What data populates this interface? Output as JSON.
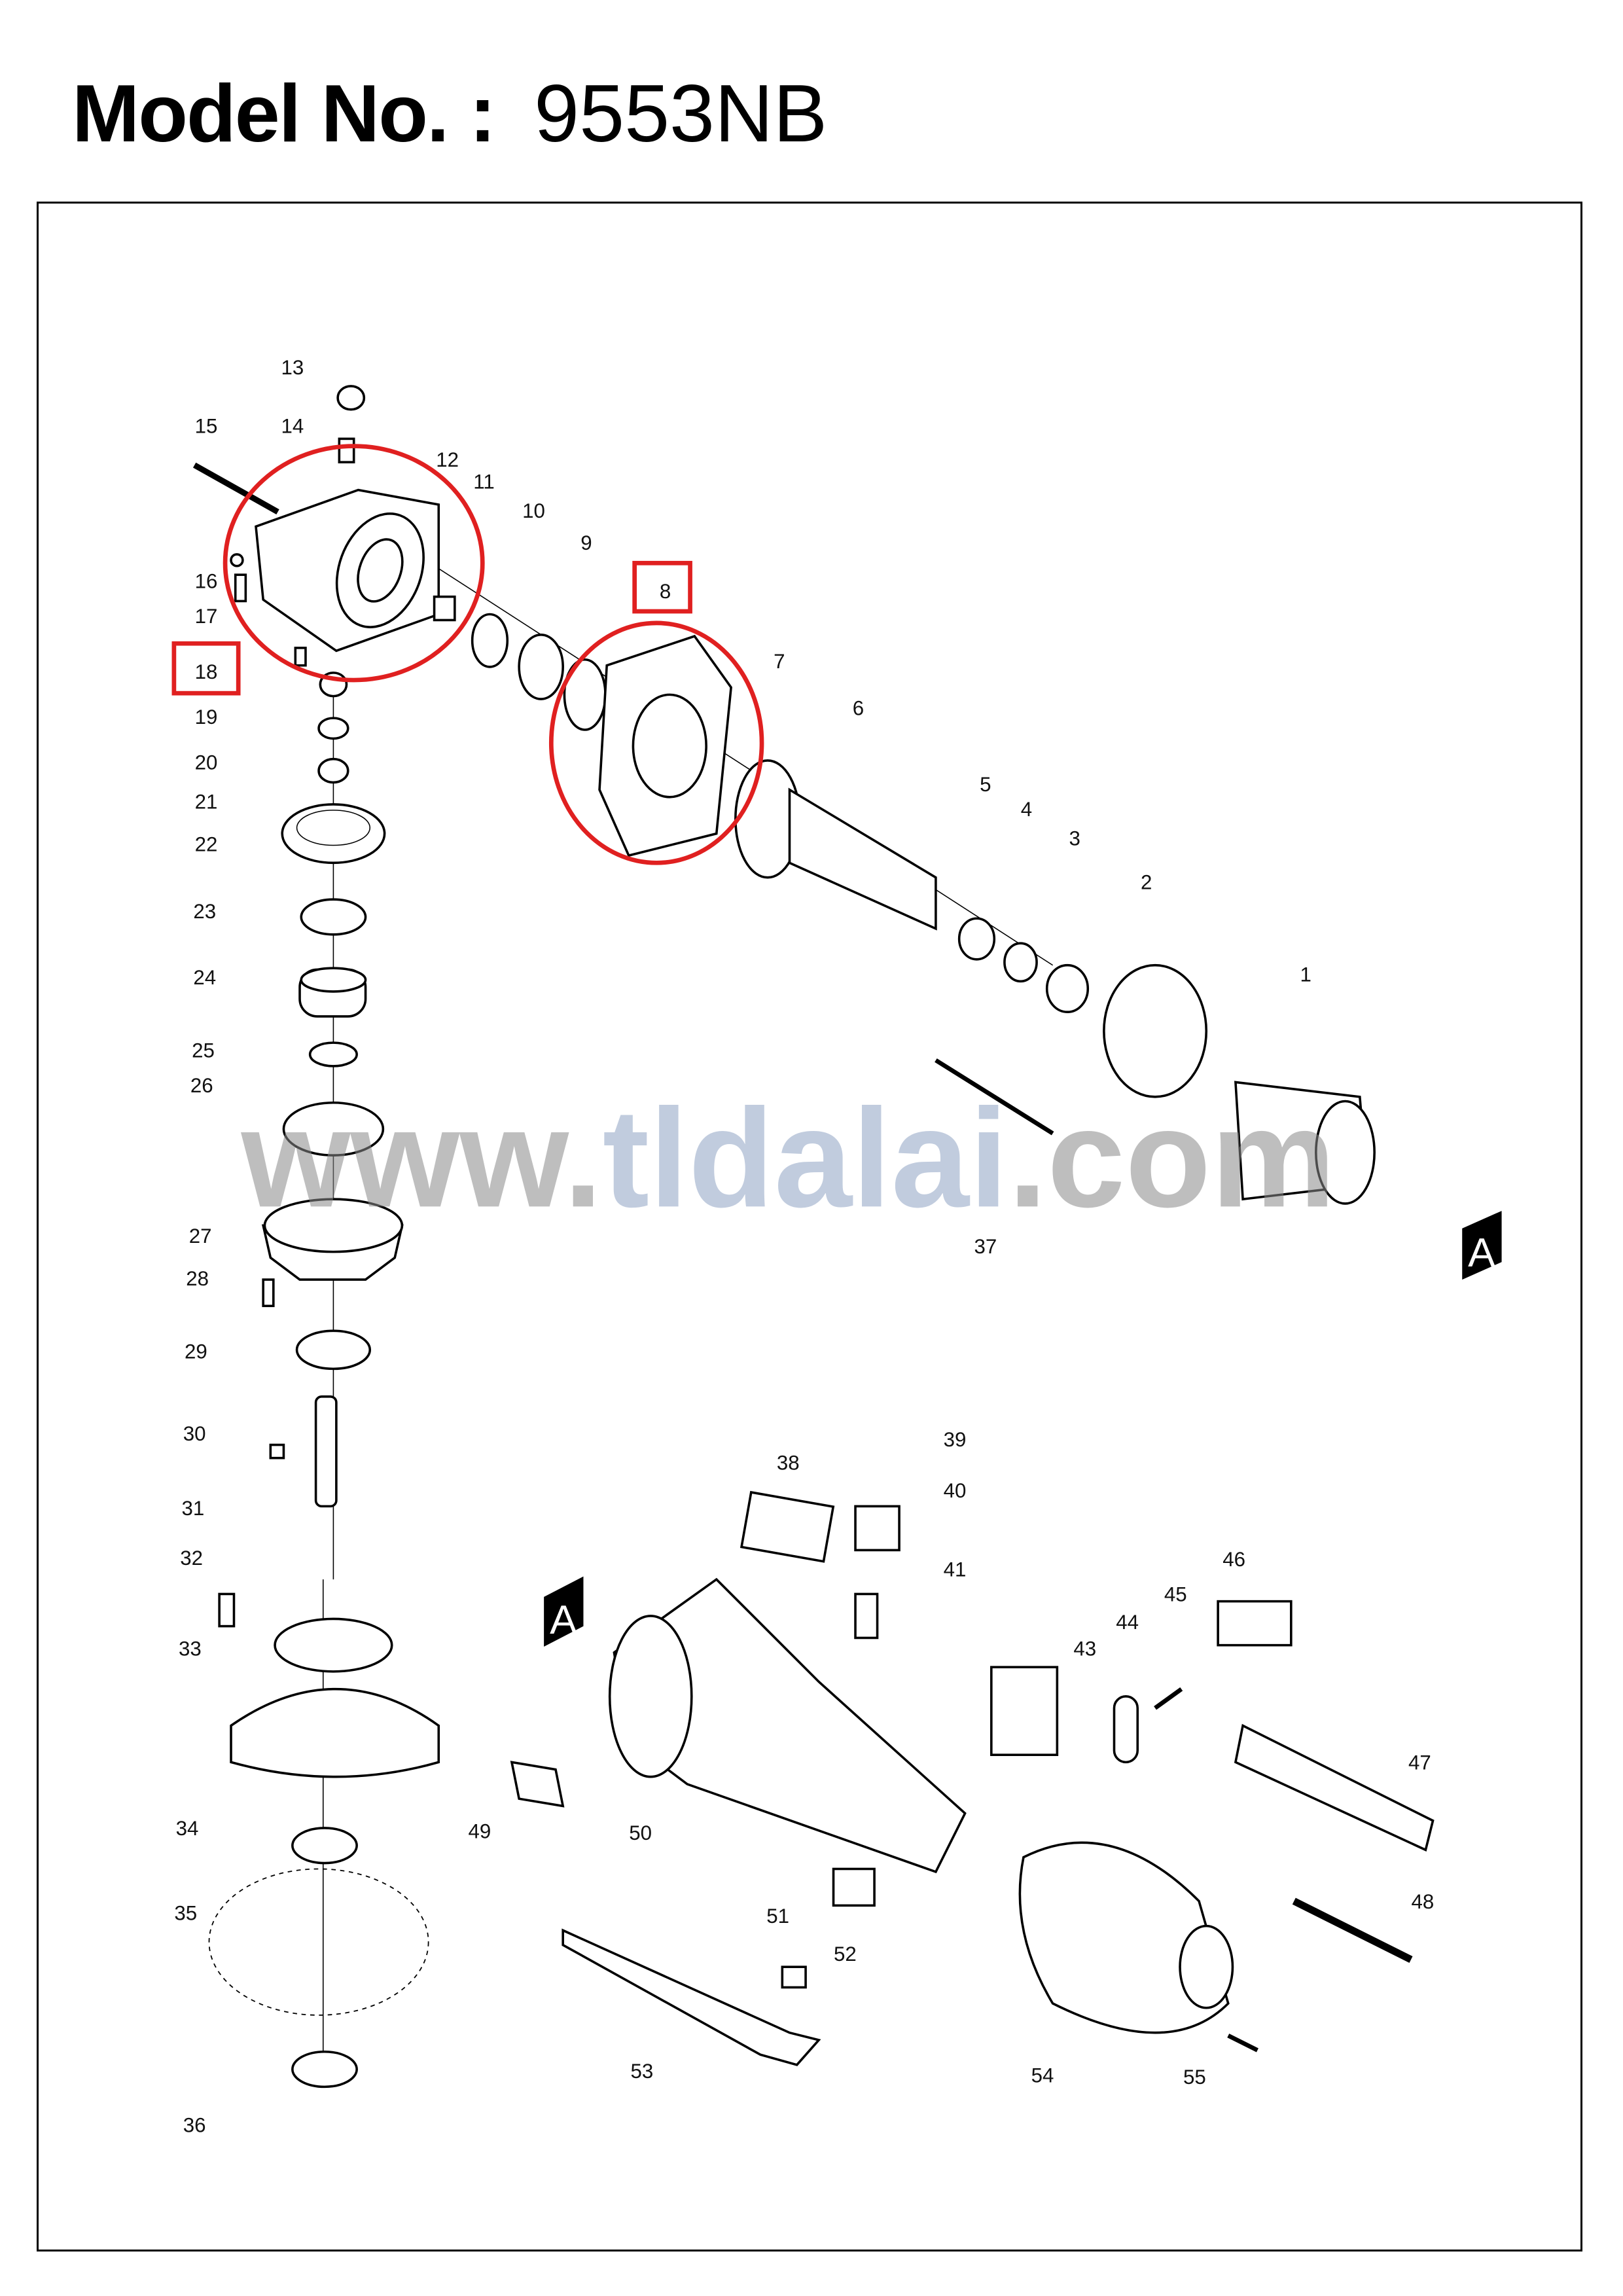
{
  "header": {
    "label": "Model No. :",
    "model": "9553NB"
  },
  "watermark": {
    "text_pre": "www.",
    "text_brand": "tldalai",
    "text_post": ".com",
    "gray": "#8a8a8a",
    "blue": "#8fa3c4"
  },
  "highlight_color": "#e02020",
  "connector_label": "A",
  "highlighted_parts": [
    "8",
    "18"
  ],
  "parts": [
    "1",
    "2",
    "3",
    "4",
    "5",
    "6",
    "7",
    "8",
    "9",
    "10",
    "11",
    "12",
    "13",
    "14",
    "15",
    "16",
    "17",
    "18",
    "19",
    "20",
    "21",
    "22",
    "23",
    "24",
    "25",
    "26",
    "27",
    "28",
    "29",
    "30",
    "31",
    "32",
    "33",
    "34",
    "35",
    "36",
    "37",
    "38",
    "39",
    "40",
    "41",
    "43",
    "44",
    "45",
    "46",
    "47",
    "48",
    "49",
    "50",
    "51",
    "52",
    "53",
    "54",
    "55"
  ]
}
